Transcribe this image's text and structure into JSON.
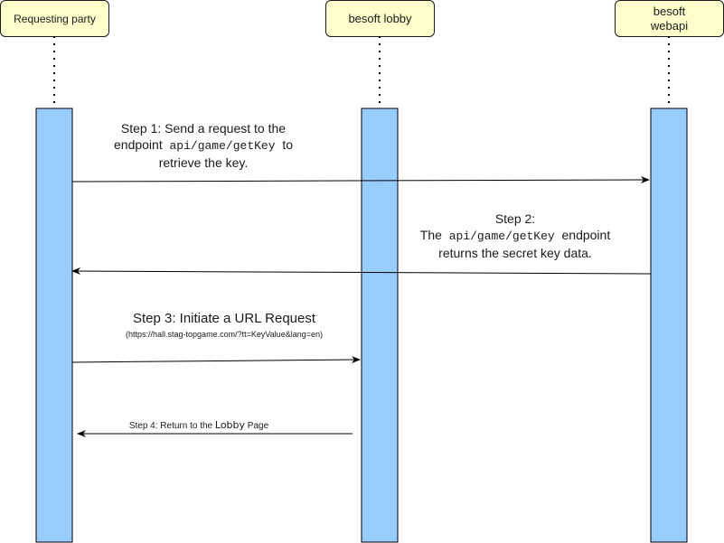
{
  "colors": {
    "participant_fill": "#ffffcc",
    "activation_fill": "#99ccff",
    "stroke": "#000000"
  },
  "participants": [
    {
      "label": "Requesting party"
    },
    {
      "label": "besoft lobby"
    },
    {
      "label": "besoft webapi"
    }
  ],
  "messages": {
    "step1": {
      "line1": "Step 1: Send a request to the",
      "line2_prefix": "endpoint",
      "line2_code": "api/game/getKey",
      "line2_suffix": "to",
      "line3": "retrieve the key."
    },
    "step2": {
      "line1": "Step 2:",
      "line2_prefix": "The",
      "line2_code": "api/game/getKey",
      "line2_suffix": "endpoint",
      "line3": "returns the secret key data."
    },
    "step3": {
      "line1": "Step 3: Initiate a URL Request",
      "line2": "(https://hall.stag-topgame.com/?tt=KeyValue&lang=en)"
    },
    "step4": {
      "text_prefix": "Step 4: Return to the ",
      "text_word": "Lobby",
      "text_suffix": " Page"
    }
  }
}
